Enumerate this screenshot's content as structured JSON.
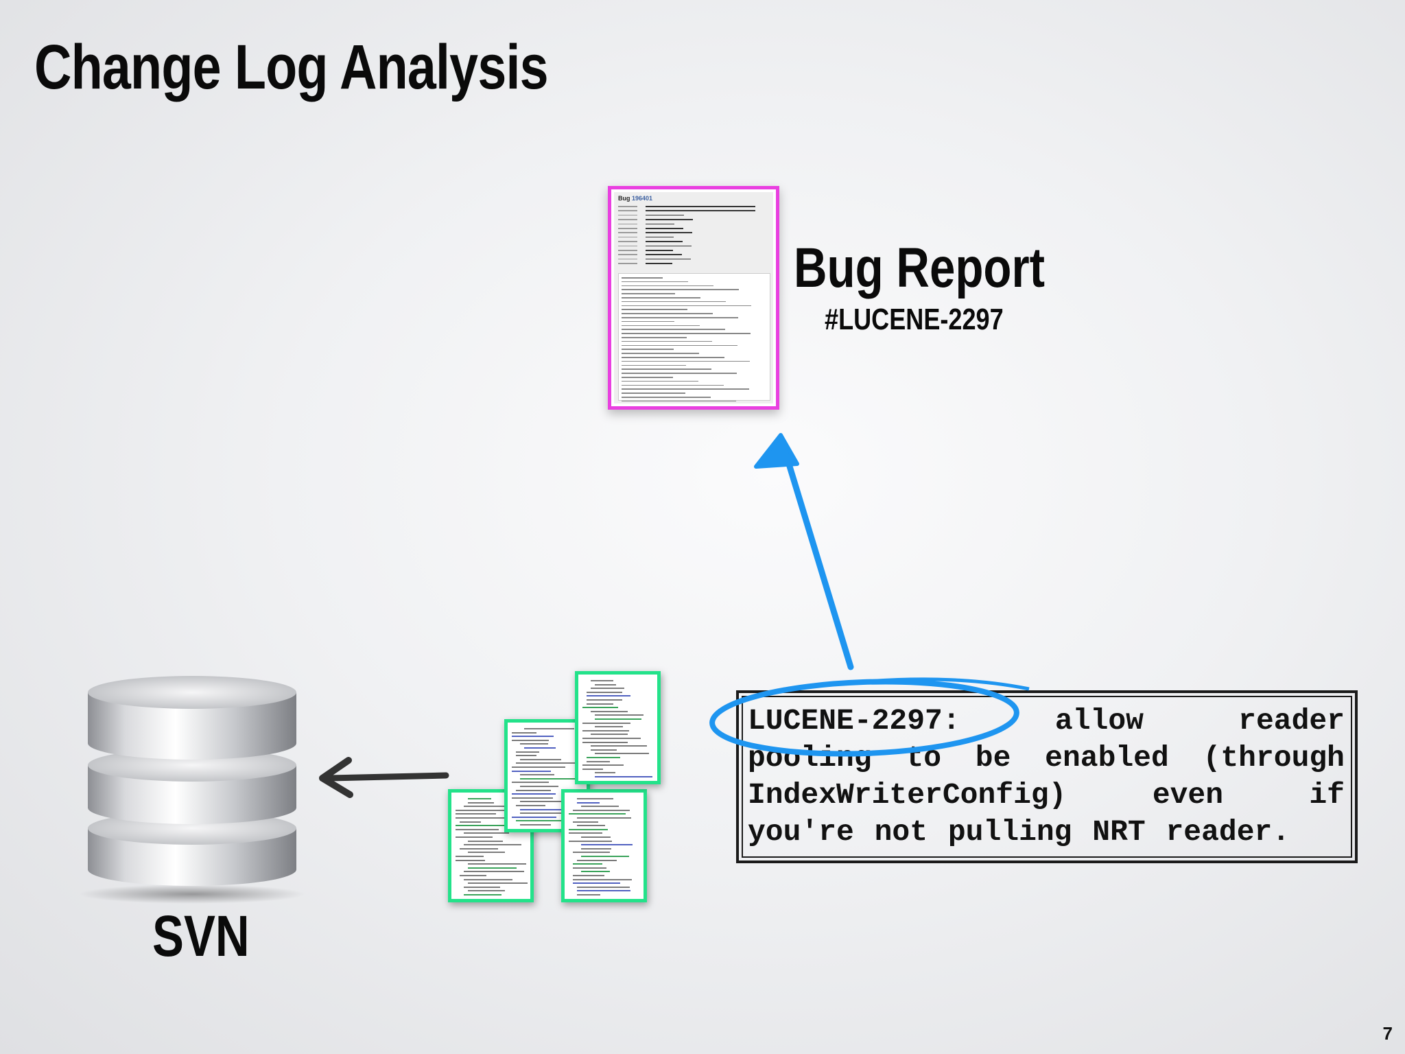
{
  "slide": {
    "title": "Change Log Analysis",
    "page_number": "7"
  },
  "bug_report": {
    "label": "Bug Report",
    "id": "#LUCENE-2297",
    "doc_header_prefix": "Bug",
    "doc_header_number": "196401"
  },
  "repository": {
    "label": "SVN"
  },
  "commit_message": {
    "lines": [
      "LUCENE-2297: allow reader",
      "pooling to be enabled (through",
      "IndexWriterConfig) even if",
      "you're not pulling NRT reader."
    ]
  },
  "colors": {
    "bug_border": "#e93fe0",
    "code_border": "#23e28a",
    "arrow_blue": "#1e95f0",
    "highlight_ellipse": "#1e95f0",
    "arrow_dark": "#333333"
  },
  "icons": {
    "database": "database-icon",
    "code_files": "code-files-icon",
    "bug_document": "bug-report-document-icon"
  }
}
